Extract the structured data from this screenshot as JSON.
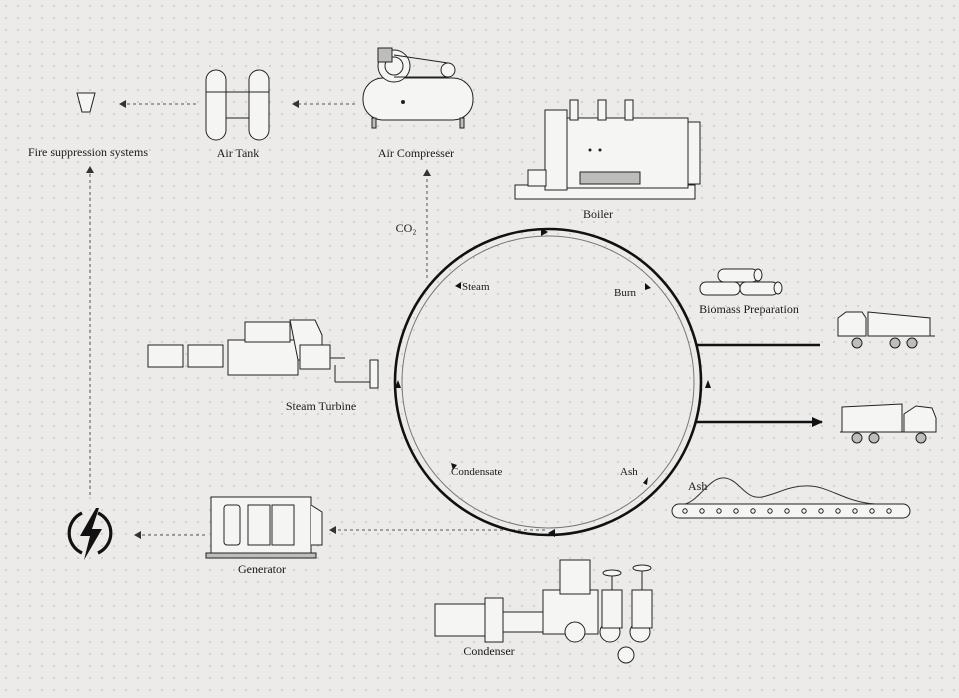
{
  "labels": {
    "fire_suppression": "Fire suppression systems",
    "air_tank": "Air Tank",
    "air_compressor": "Air Compresser",
    "boiler": "Boiler",
    "co2": "CO₂",
    "biomass_preparation": "Biomass Preparation",
    "steam_turbine": "Steam Turbine",
    "generator": "Generator",
    "condenser": "Condenser",
    "ash_conveyor": "Ash"
  },
  "cycle": {
    "steam": "Steam",
    "burn": "Burn",
    "condensate": "Condensate",
    "ash": "Ash"
  },
  "icons": {
    "power": "lightning-bolt-in-circle",
    "fire": "fire-bucket",
    "tank": "air-tank-cylinders",
    "compressor": "air-compressor",
    "boiler": "industrial-boiler",
    "logs": "log-pile",
    "truck": "dump-truck"
  }
}
